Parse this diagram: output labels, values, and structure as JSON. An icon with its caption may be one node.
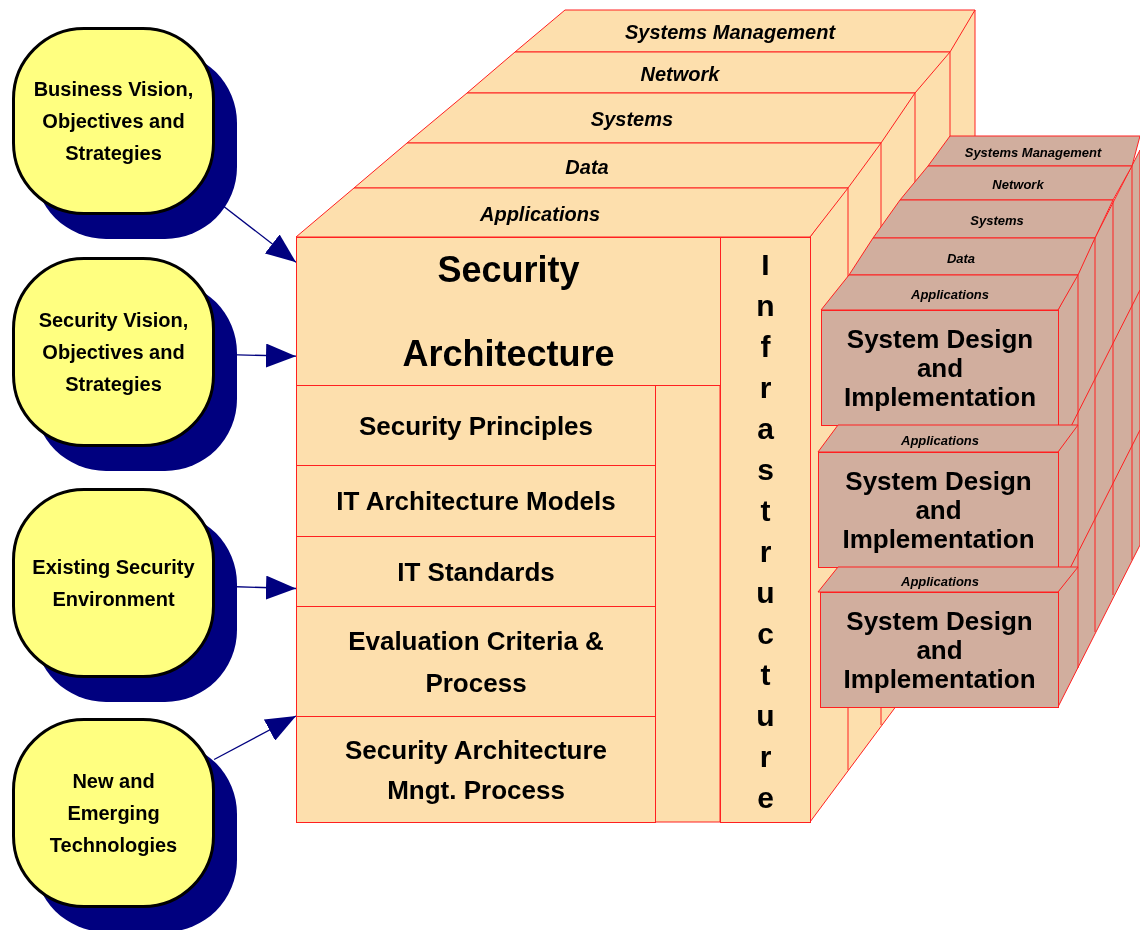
{
  "diagram": {
    "nodes": [
      {
        "text": [
          "Business Vision, Objectives and Strategies"
        ]
      },
      {
        "text": [
          "Security Vision, Objectives and Strategies"
        ]
      },
      {
        "text": [
          "Existing Security Environment"
        ]
      },
      {
        "text": [
          "New and Emerging Technologies"
        ]
      },
      {
        "text": [
          "Security Architecture"
        ]
      },
      {
        "text": [
          "Security Principles"
        ]
      },
      {
        "text": [
          "IT Architecture Models"
        ]
      },
      {
        "text": [
          "IT Standards"
        ]
      },
      {
        "text": [
          "Evaluation Criteria & Process"
        ]
      },
      {
        "text": [
          "Security Architecture Mngt. Process"
        ]
      },
      {
        "text": [
          "Infrastructure"
        ]
      },
      {
        "text": [
          "Systems Management"
        ]
      },
      {
        "text": [
          "Network"
        ]
      },
      {
        "text": [
          "Systems"
        ]
      },
      {
        "text": [
          "Data"
        ]
      },
      {
        "text": [
          "Applications"
        ]
      },
      {
        "text": [
          "Systems Management"
        ]
      },
      {
        "text": [
          "Network"
        ]
      },
      {
        "text": [
          "Systems"
        ]
      },
      {
        "text": [
          "Data"
        ]
      },
      {
        "text": [
          "Applications"
        ]
      },
      {
        "text": [
          "System Design and Implementation"
        ]
      },
      {
        "text": [
          "Applications"
        ]
      },
      {
        "text": [
          "System Design and Implementation"
        ]
      },
      {
        "text": [
          "Applications"
        ]
      },
      {
        "text": [
          "System Design and Implementation"
        ]
      }
    ],
    "edges": [
      {
        "from": 0,
        "to": 4,
        "arrow": "to"
      },
      {
        "from": 1,
        "to": 4,
        "arrow": "to"
      },
      {
        "from": 2,
        "to": 7,
        "arrow": "to"
      },
      {
        "from": 3,
        "to": 9,
        "arrow": "to"
      }
    ]
  }
}
